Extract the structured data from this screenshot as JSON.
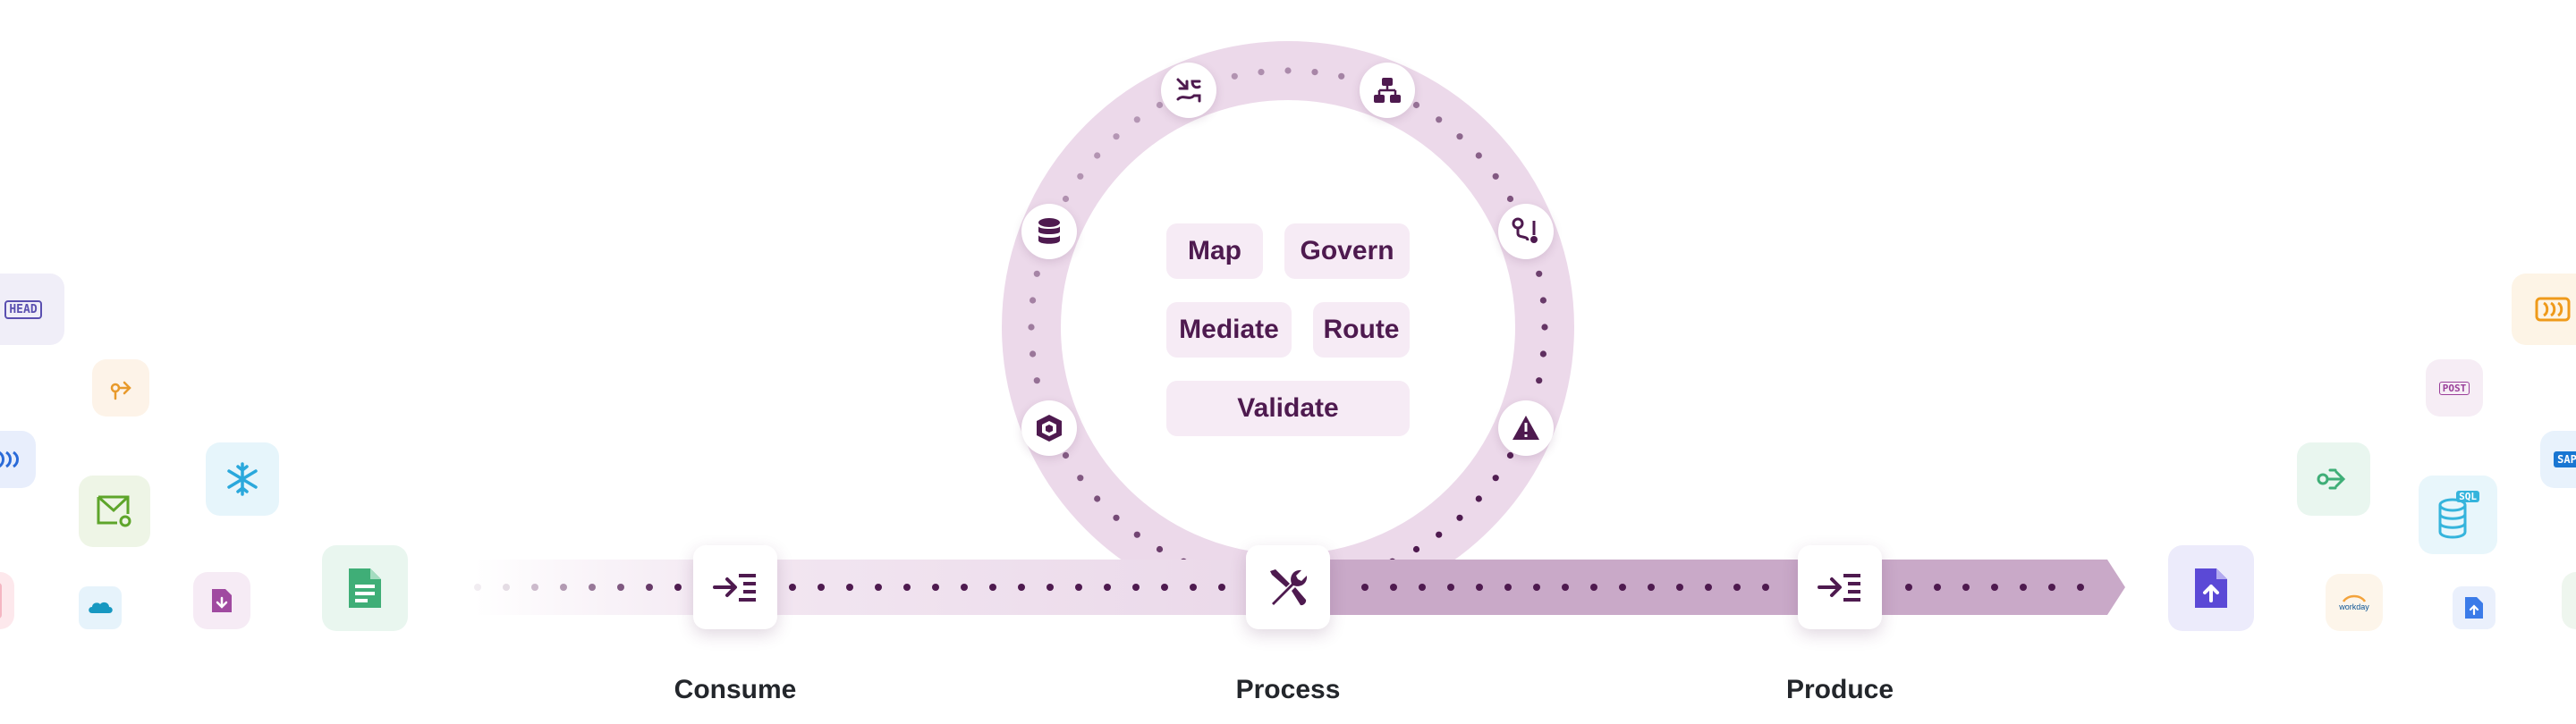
{
  "colors": {
    "ring": "#ecd9ea",
    "track_light": "#f0e2ef",
    "track_dark": "#c9a9c8",
    "dot": "#4e1a4f",
    "pill_bg": "#f6ebf5",
    "pill_text": "#4e1a4f",
    "label": "#23262b"
  },
  "hub": {
    "pills": [
      "Map",
      "Govern",
      "Mediate",
      "Route",
      "Validate"
    ],
    "ring_icons": [
      "transform-arrows-icon",
      "hierarchy-icon",
      "branch-icon",
      "warning-icon",
      "cube-icon",
      "database-icon"
    ]
  },
  "stages": [
    {
      "label": "Consume",
      "icon": "import-list-icon"
    },
    {
      "label": "Process",
      "icon": "wrench-screwdriver-icon"
    },
    {
      "label": "Produce",
      "icon": "import-list-icon"
    }
  ],
  "left_sources": {
    "head_tile_text": "HEAD",
    "icons": [
      "head-request-icon",
      "webhook-icon",
      "stream-icon",
      "email-icon",
      "snowflake-icon",
      "salesforce-icon",
      "file-download-icon",
      "spreadsheet-icon",
      "source-icon"
    ]
  },
  "right_targets": {
    "post_tile_text": "POST",
    "sql_tile_text": "SQL",
    "sap_tile_text": "SAP",
    "workday_tile_text": "workday",
    "icons": [
      "stream-icon",
      "post-request-icon",
      "sap-icon",
      "webhook-icon",
      "sql-database-icon",
      "workday-icon",
      "file-upload-icon",
      "document-upload-icon"
    ]
  }
}
